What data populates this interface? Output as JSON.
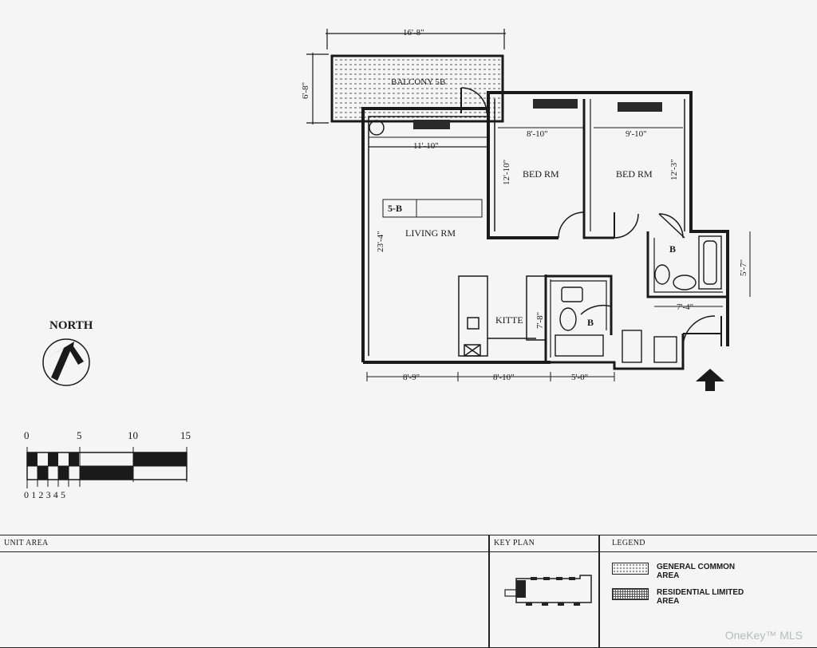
{
  "plan": {
    "rooms": {
      "balcony": "BALCONY 5B",
      "living": "LIVING RM",
      "bed1": "BED RM",
      "bed2": "BED RM",
      "kitchen": "KITTE",
      "bath_label_1": "B",
      "bath_label_2": "B",
      "unit_tag": "5-B"
    },
    "dimensions": {
      "balcony_width": "16'-8\"",
      "balcony_depth": "6'-8\"",
      "living_width": "11'-10\"",
      "living_depth": "23'-4\"",
      "bed1_width": "8'-10\"",
      "bed1_depth": "12'-10\"",
      "bed2_width": "9'-10\"",
      "bed2_depth": "12'-3\"",
      "bath_depth": "5'-7\"",
      "bath_width": "7'-4\"",
      "kitchen_depth": "7'-8\"",
      "bottom_1": "8'-9\"",
      "bottom_2": "8'-10\"",
      "bottom_3": "5'-0\""
    }
  },
  "north": {
    "label": "NORTH"
  },
  "scale": {
    "top_ticks": [
      "0",
      "5",
      "10",
      "15"
    ],
    "bottom_ticks": "012345"
  },
  "title_block": {
    "unit_area": "UNIT AREA",
    "key_plan": "KEY PLAN",
    "legend": "LEGEND",
    "legend_items": [
      {
        "label": "GENERAL COMMON AREA"
      },
      {
        "label": "RESIDENTIAL LIMITED AREA"
      }
    ]
  },
  "watermark": "OneKey™ MLS"
}
